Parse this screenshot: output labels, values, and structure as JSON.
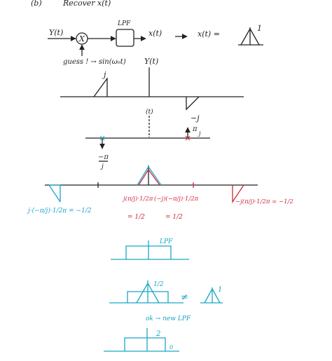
{
  "colors": {
    "ink": "#222222",
    "red": "#d0263a",
    "cyan": "#19a6c8"
  },
  "header": {
    "part": "(b)",
    "task": "Recover  x(t)"
  },
  "block": {
    "input": "Y(t)",
    "multiplier": "X",
    "filter_label": "LPF",
    "output": "x(t)",
    "guess_note": "guess ! → sin(ω₀t)",
    "result_lhs": "x(t)  =",
    "result_peak": "1"
  },
  "spectrum_Y": {
    "title": "Y(t)",
    "pos_label": "j",
    "neg_label": "−j"
  },
  "spectrum_sin": {
    "title": "(t)",
    "pos_label": "π",
    "pos_den": "j",
    "neg_label": "−π",
    "neg_den": "j"
  },
  "product": {
    "left_expr": "j·(−π/j)·1/2π = −1/2",
    "mid1_expr": "j(π/j)·1/2π",
    "mid1_res": "= 1/2",
    "mid2_expr": "(−j)(−π/j)·1/2π",
    "mid2_res": "= 1/2",
    "right_expr": "−j(π/j)·1/2π = −1/2"
  },
  "lpf_sketch": {
    "label": "LPF"
  },
  "compare": {
    "peak_half": "1/2",
    "neq": "≠",
    "peak_one": "1"
  },
  "fix": {
    "note": "ok → new LPF",
    "gain": "2",
    "zero": "0"
  }
}
